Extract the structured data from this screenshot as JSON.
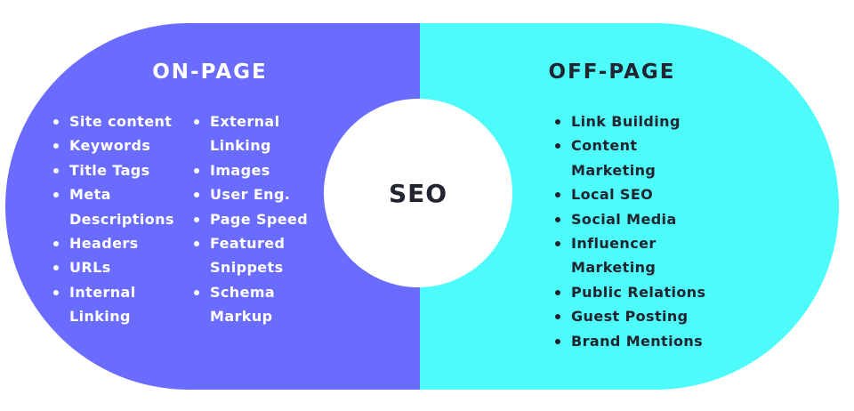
{
  "center": {
    "label": "SEO"
  },
  "on_page": {
    "title": "ON-PAGE",
    "color": "#6a6bff",
    "column_1": [
      "Site content",
      "Keywords",
      "Title Tags",
      "Meta\nDescriptions",
      "Headers",
      "URLs",
      "Internal\nLinking"
    ],
    "column_2": [
      "External\nLinking",
      "Images",
      "User Eng.",
      "Page Speed",
      "Featured\nSnippets",
      "Schema\nMarkup"
    ]
  },
  "off_page": {
    "title": "OFF-PAGE",
    "color": "#4dfbfb",
    "items": [
      "Link Building",
      "Content\nMarketing",
      "Local SEO",
      "Social Media",
      "Influencer\nMarketing",
      "Public Relations",
      "Guest Posting",
      "Brand Mentions"
    ]
  }
}
